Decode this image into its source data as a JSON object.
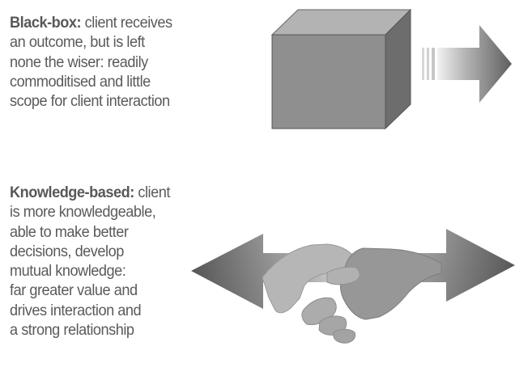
{
  "black_box": {
    "lead": "Black-box:",
    "lines": [
      "client receives",
      "an outcome, but is left",
      "none the wiser: readily",
      "commoditised and little",
      "scope for client interaction"
    ]
  },
  "knowledge_based": {
    "lead": "Knowledge-based:",
    "lines": [
      "client",
      "is more knowledgeable,",
      "able to make better",
      "decisions, develop",
      "mutual knowledge:",
      "far greater value and",
      "drives interaction and",
      "a strong relationship"
    ]
  },
  "colors": {
    "text": "#5a5a5a",
    "box_front": "#8e8e8e",
    "box_top": "#b4b4b4",
    "box_side": "#6e6e6e",
    "handshake": "#a9a9a9"
  },
  "icons": [
    "cube-icon",
    "right-arrow-icon",
    "double-arrow-icon",
    "handshake-icon"
  ]
}
